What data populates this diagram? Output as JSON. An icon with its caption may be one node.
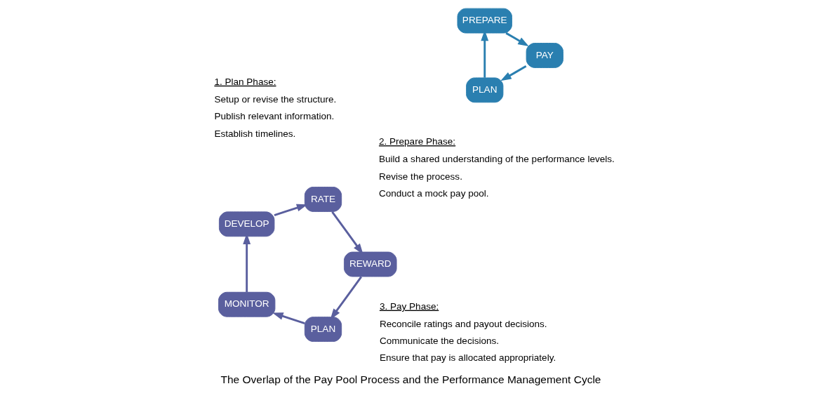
{
  "diagram": {
    "caption": "The Overlap of the Pay Pool Process and the Performance Management Cycle",
    "nodes": [
      {
        "text": [
          "PLAN"
        ]
      },
      {
        "text": [
          "PREPARE"
        ]
      },
      {
        "text": [
          "PAY"
        ]
      },
      {
        "text": [
          "PLAN"
        ]
      },
      {
        "text": [
          "MONITOR"
        ]
      },
      {
        "text": [
          "DEVELOP"
        ]
      },
      {
        "text": [
          "RATE"
        ]
      },
      {
        "text": [
          "REWARD"
        ]
      }
    ],
    "edges": [
      {
        "from": 0,
        "to": 1,
        "arrow": "to"
      },
      {
        "from": 1,
        "to": 2,
        "arrow": "to"
      },
      {
        "from": 2,
        "to": 0,
        "arrow": "to"
      },
      {
        "from": 3,
        "to": 4,
        "arrow": "to"
      },
      {
        "from": 4,
        "to": 5,
        "arrow": "to"
      },
      {
        "from": 5,
        "to": 6,
        "arrow": "to"
      },
      {
        "from": 6,
        "to": 7,
        "arrow": "to"
      },
      {
        "from": 7,
        "to": 3,
        "arrow": "to"
      }
    ],
    "labels": [
      "3. Pay Phase:",
      "Reconcile ratings and payout decisions.",
      "Communicate the decisions.",
      "Ensure that pay is allocated appropriately.",
      "1. Plan Phase:",
      "Setup or revise the structure.",
      "Publish relevant information.",
      "Establish timelines.",
      "2. Prepare Phase:",
      "Build a shared understanding of the performance levels.",
      "Revise the process.",
      "Conduct a mock pay pool."
    ]
  }
}
